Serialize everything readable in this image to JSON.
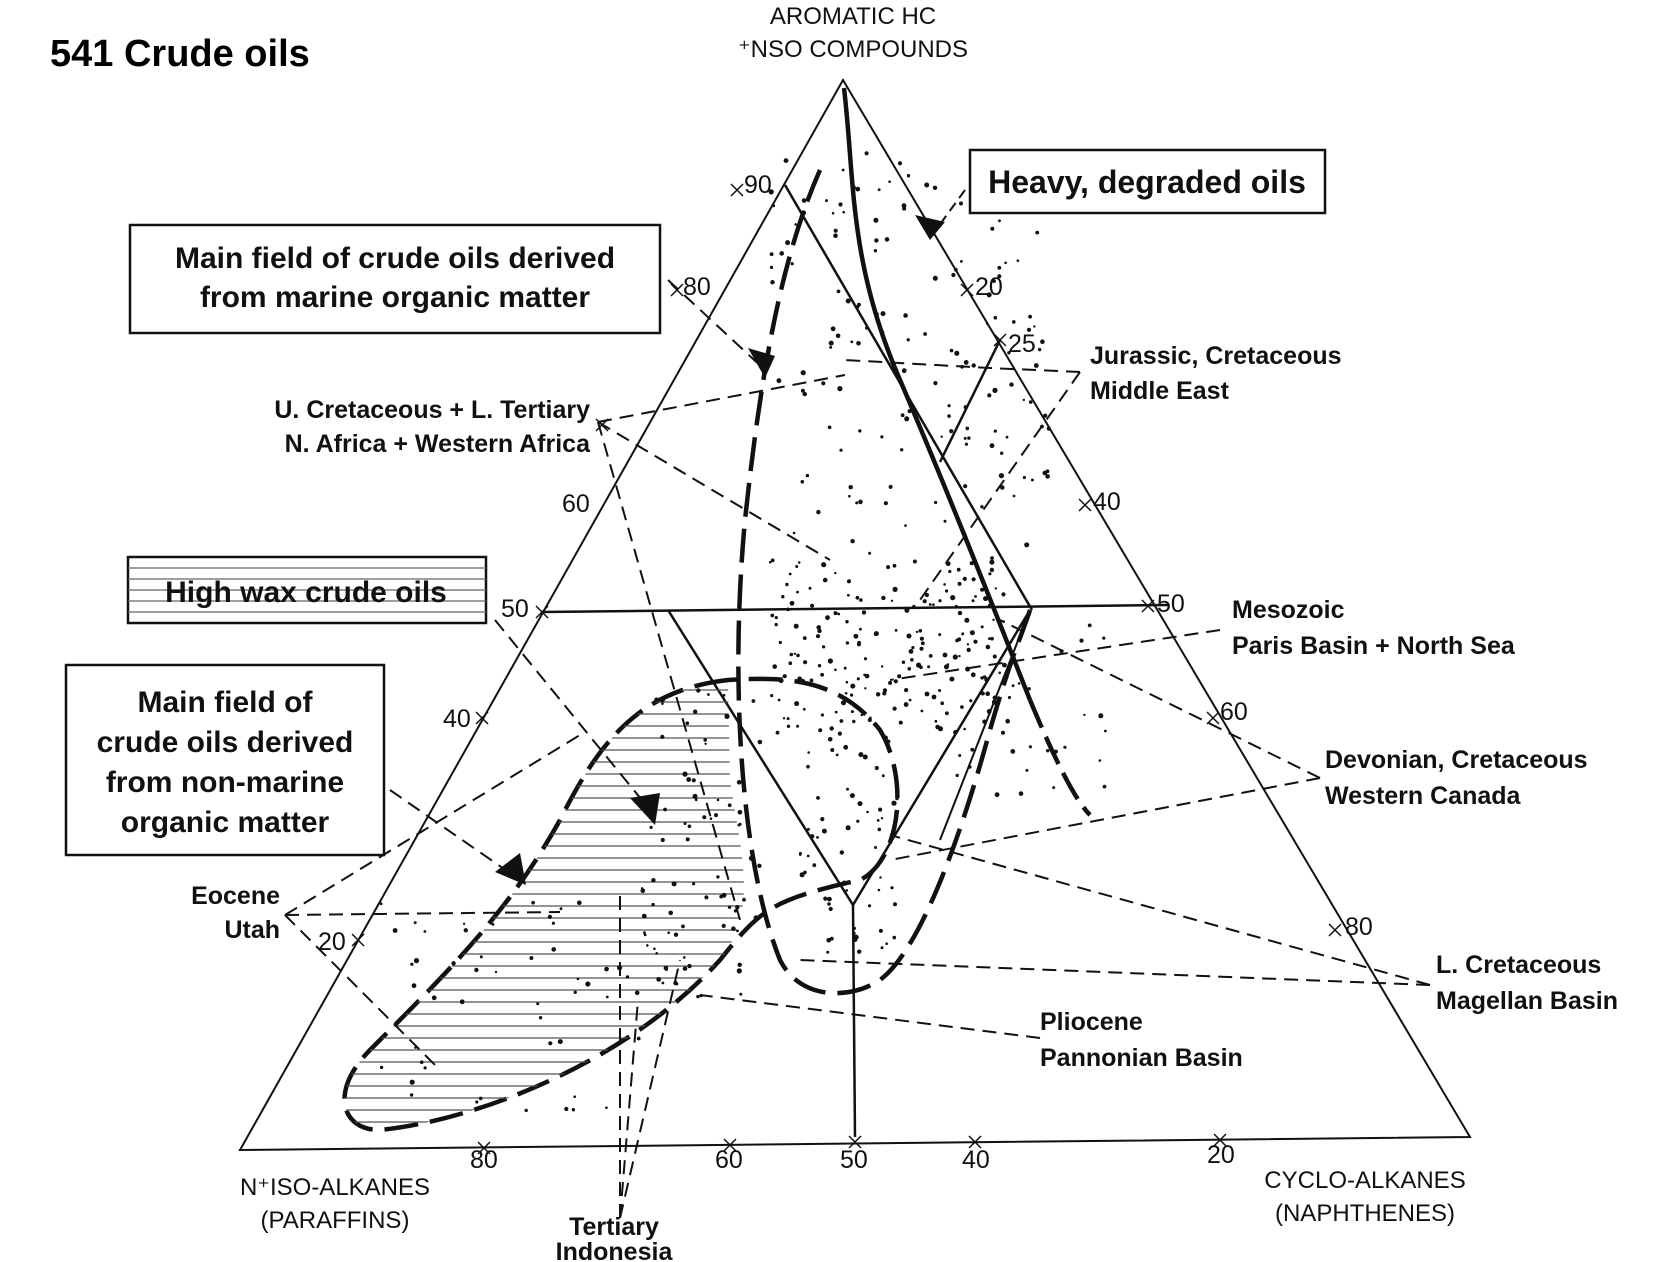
{
  "title": "541 Crude oils",
  "vertices": {
    "top_line1": "AROMATIC HC",
    "top_line2": "⁺NSO COMPOUNDS",
    "left_line1": "N⁺ISO-ALKANES",
    "left_line2": "(PARAFFINS)",
    "right_line1": "CYCLO-ALKANES",
    "right_line2": "(NAPHTHENES)"
  },
  "ticks": {
    "left": [
      "90",
      "80",
      "60",
      "50",
      "40",
      "20"
    ],
    "right": [
      "20",
      "25",
      "40",
      "50",
      "60",
      "80"
    ],
    "bottom": [
      "80",
      "60",
      "50",
      "40",
      "20"
    ]
  },
  "boxes": {
    "heavy": "Heavy, degraded oils",
    "marine_line1": "Main field of crude oils derived",
    "marine_line2": "from marine organic matter",
    "highwax": "High wax crude oils",
    "nonmarine_line1": "Main field of",
    "nonmarine_line2": "crude oils derived",
    "nonmarine_line3": "from non-marine",
    "nonmarine_line4": "organic matter"
  },
  "annotations": {
    "jurassic_line1": "Jurassic, Cretaceous",
    "jurassic_line2": "Middle East",
    "ucret_line1": "U. Cretaceous + L. Tertiary",
    "ucret_line2": "N. Africa + Western Africa",
    "mesozoic_line1": "Mesozoic",
    "mesozoic_line2": "Paris Basin + North Sea",
    "devonian_line1": "Devonian, Cretaceous",
    "devonian_line2": "Western Canada",
    "eocene_line1": "Eocene",
    "eocene_line2": "Utah",
    "lcret_line1": "L. Cretaceous",
    "lcret_line2": "Magellan Basin",
    "pliocene_line1": "Pliocene",
    "pliocene_line2": "Pannonian Basin",
    "tertiary_line1": "Tertiary",
    "tertiary_line2": "Indonesia"
  }
}
